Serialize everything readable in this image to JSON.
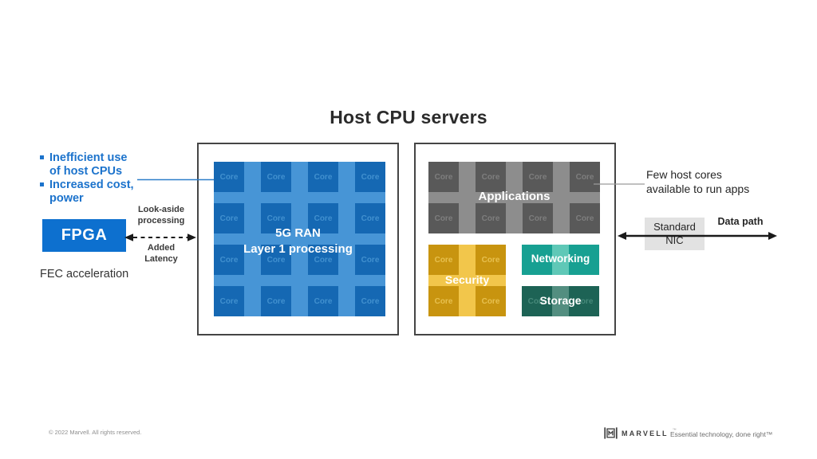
{
  "title": "Host CPU servers",
  "core_label": "Core",
  "left_annotations": {
    "bullets": [
      {
        "text": "Inefficient use\nof host CPUs"
      },
      {
        "text": "Increased cost,\npower"
      }
    ],
    "fpga_label": "FPGA",
    "fpga_caption": "FEC acceleration",
    "lookaside_label": "Look-aside\nprocessing",
    "latency_label": "Added\nLatency"
  },
  "left_server": {
    "overlay_label": "5G RAN\nLayer 1 processing"
  },
  "right_server": {
    "applications_label": "Applications",
    "security_label": "Security",
    "networking_label": "Networking",
    "storage_label": "Storage"
  },
  "right_annotations": {
    "few_cores_note": "Few host cores\navailable to run apps",
    "nic_label": "Standard\nNIC",
    "data_path_label": "Data path"
  },
  "footer": {
    "copyright": "© 2022 Marvell. All rights reserved.",
    "brand": "MARVELL",
    "brand_tm": "™",
    "tagline": "Essential technology, done right™"
  },
  "colors": {
    "accent_blue": "#0d70cf",
    "bullet_blue": "#1c73cc",
    "core_grid_blue_bg": "#4795d6",
    "core_blue": "#1568b3",
    "gray_area_bg": "#8d8d8d",
    "core_gray": "#595959",
    "security_yellow_bg": "#f2c64b",
    "core_gold": "#c8940f",
    "networking_teal": "#17a092",
    "networking_stripe": "#5fc8b7",
    "storage_green": "#1d6355",
    "storage_stripe": "#538e80",
    "nic_box_gray": "#e2e2e2",
    "text_dark": "#262626"
  }
}
